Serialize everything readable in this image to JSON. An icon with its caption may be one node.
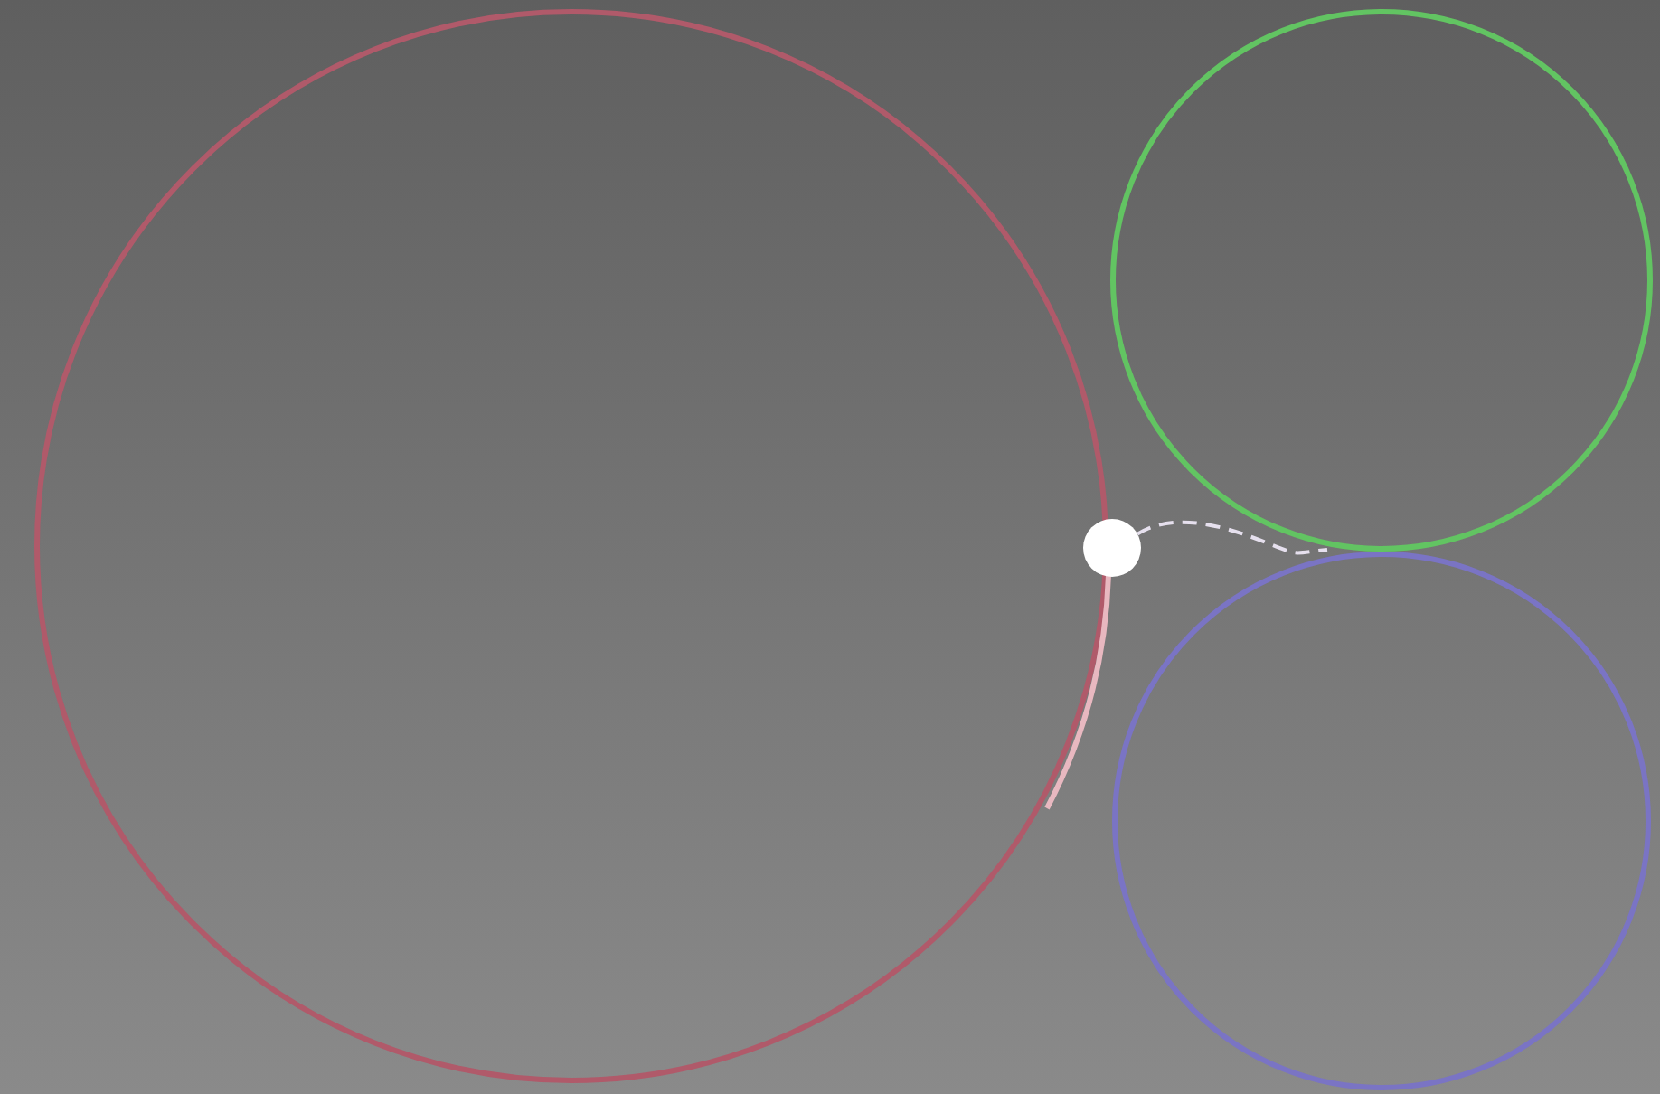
{
  "diagram": {
    "nodes": [
      {
        "text": [],
        "shape": "circle"
      },
      {
        "text": [],
        "shape": "circle"
      },
      {
        "text": [],
        "shape": "circle"
      },
      {
        "text": [],
        "shape": "circle"
      }
    ],
    "edges": [
      {
        "from": 3,
        "to": 1,
        "arrow": "none",
        "style": "dashed"
      }
    ]
  }
}
